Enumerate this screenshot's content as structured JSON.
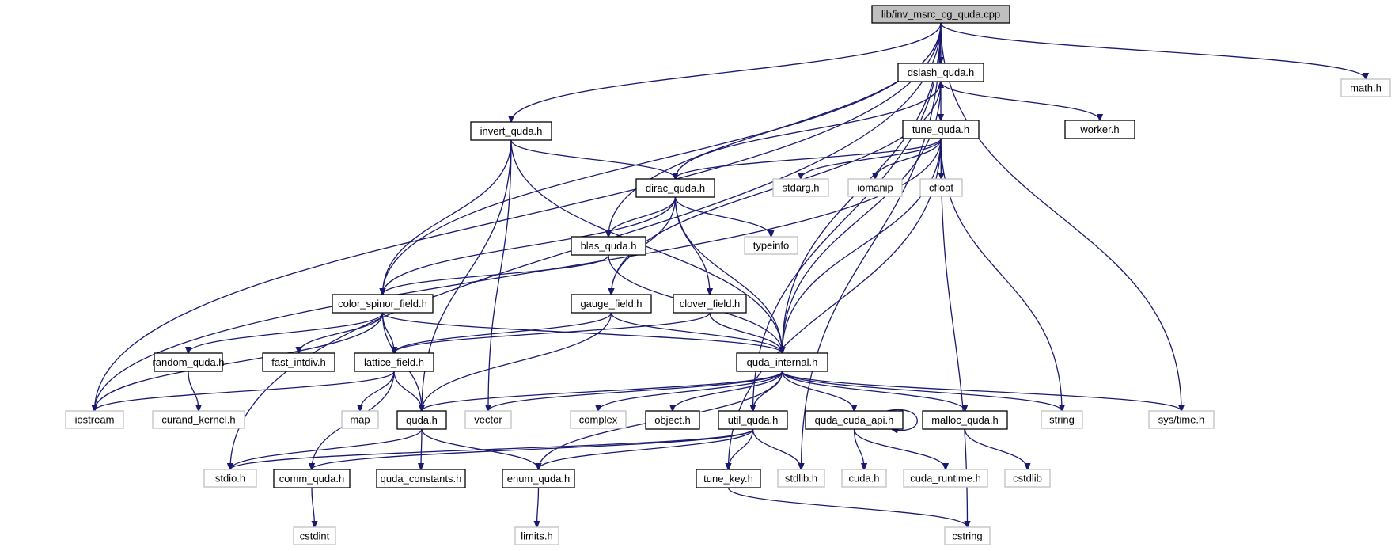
{
  "graph": {
    "title": "Include dependency graph for lib/inv_msrc_cg_quda.cpp",
    "colors": {
      "edge": "#191970",
      "root_fill": "#bfbfbf",
      "local_border": "#000000",
      "system_border": "#bfbfbf"
    },
    "nodes": [
      {
        "id": "root",
        "label": "lib/inv_msrc_cg_quda.cpp",
        "kind": "root"
      },
      {
        "id": "dslash_quda",
        "label": "dslash_quda.h",
        "kind": "local"
      },
      {
        "id": "math_h",
        "label": "math.h",
        "kind": "system"
      },
      {
        "id": "invert_quda",
        "label": "invert_quda.h",
        "kind": "local"
      },
      {
        "id": "tune_quda",
        "label": "tune_quda.h",
        "kind": "local"
      },
      {
        "id": "worker",
        "label": "worker.h",
        "kind": "local"
      },
      {
        "id": "dirac_quda",
        "label": "dirac_quda.h",
        "kind": "local"
      },
      {
        "id": "stdarg",
        "label": "stdarg.h",
        "kind": "system"
      },
      {
        "id": "iomanip",
        "label": "iomanip",
        "kind": "system"
      },
      {
        "id": "cfloat",
        "label": "cfloat",
        "kind": "system"
      },
      {
        "id": "blas_quda",
        "label": "blas_quda.h",
        "kind": "local"
      },
      {
        "id": "typeinfo",
        "label": "typeinfo",
        "kind": "system"
      },
      {
        "id": "color_spinor_field",
        "label": "color_spinor_field.h",
        "kind": "local"
      },
      {
        "id": "gauge_field",
        "label": "gauge_field.h",
        "kind": "local"
      },
      {
        "id": "clover_field",
        "label": "clover_field.h",
        "kind": "local"
      },
      {
        "id": "random_quda",
        "label": "random_quda.h",
        "kind": "local"
      },
      {
        "id": "fast_intdiv",
        "label": "fast_intdiv.h",
        "kind": "local"
      },
      {
        "id": "lattice_field",
        "label": "lattice_field.h",
        "kind": "local"
      },
      {
        "id": "quda_internal",
        "label": "quda_internal.h",
        "kind": "local"
      },
      {
        "id": "iostream",
        "label": "iostream",
        "kind": "system"
      },
      {
        "id": "curand_kernel",
        "label": "curand_kernel.h",
        "kind": "system"
      },
      {
        "id": "map",
        "label": "map",
        "kind": "system"
      },
      {
        "id": "quda_h",
        "label": "quda.h",
        "kind": "local"
      },
      {
        "id": "vector",
        "label": "vector",
        "kind": "system"
      },
      {
        "id": "complex",
        "label": "complex",
        "kind": "system"
      },
      {
        "id": "object_h",
        "label": "object.h",
        "kind": "local"
      },
      {
        "id": "util_quda",
        "label": "util_quda.h",
        "kind": "local"
      },
      {
        "id": "quda_cuda_api",
        "label": "quda_cuda_api.h",
        "kind": "local"
      },
      {
        "id": "malloc_quda",
        "label": "malloc_quda.h",
        "kind": "local"
      },
      {
        "id": "string",
        "label": "string",
        "kind": "system"
      },
      {
        "id": "sys_time",
        "label": "sys/time.h",
        "kind": "system"
      },
      {
        "id": "stdio",
        "label": "stdio.h",
        "kind": "system"
      },
      {
        "id": "comm_quda",
        "label": "comm_quda.h",
        "kind": "local"
      },
      {
        "id": "quda_constants",
        "label": "quda_constants.h",
        "kind": "local"
      },
      {
        "id": "enum_quda",
        "label": "enum_quda.h",
        "kind": "local"
      },
      {
        "id": "tune_key",
        "label": "tune_key.h",
        "kind": "local"
      },
      {
        "id": "stdlib",
        "label": "stdlib.h",
        "kind": "system"
      },
      {
        "id": "cuda_h",
        "label": "cuda.h",
        "kind": "system"
      },
      {
        "id": "cuda_runtime",
        "label": "cuda_runtime.h",
        "kind": "system"
      },
      {
        "id": "cstdlib",
        "label": "cstdlib",
        "kind": "system"
      },
      {
        "id": "cstdint",
        "label": "cstdint",
        "kind": "system"
      },
      {
        "id": "limits_h",
        "label": "limits.h",
        "kind": "system"
      },
      {
        "id": "cstring",
        "label": "cstring",
        "kind": "system"
      }
    ],
    "edges": [
      [
        "root",
        "dslash_quda"
      ],
      [
        "root",
        "math_h"
      ],
      [
        "root",
        "invert_quda"
      ],
      [
        "root",
        "blas_quda"
      ],
      [
        "root",
        "color_spinor_field"
      ],
      [
        "root",
        "iostream"
      ],
      [
        "root",
        "stdio"
      ],
      [
        "root",
        "quda_internal"
      ],
      [
        "root",
        "util_quda"
      ],
      [
        "root",
        "sys_time"
      ],
      [
        "root",
        "stdlib"
      ],
      [
        "dslash_quda",
        "tune_quda"
      ],
      [
        "dslash_quda",
        "worker"
      ],
      [
        "dslash_quda",
        "gauge_field"
      ],
      [
        "dslash_quda",
        "quda_internal"
      ],
      [
        "invert_quda",
        "dirac_quda"
      ],
      [
        "invert_quda",
        "color_spinor_field"
      ],
      [
        "invert_quda",
        "quda_internal"
      ],
      [
        "invert_quda",
        "quda_h"
      ],
      [
        "invert_quda",
        "vector"
      ],
      [
        "tune_quda",
        "dirac_quda"
      ],
      [
        "tune_quda",
        "stdarg"
      ],
      [
        "tune_quda",
        "iomanip"
      ],
      [
        "tune_quda",
        "cfloat"
      ],
      [
        "tune_quda",
        "iostream"
      ],
      [
        "tune_quda",
        "quda_internal"
      ],
      [
        "tune_quda",
        "string"
      ],
      [
        "tune_quda",
        "tune_key"
      ],
      [
        "tune_quda",
        "cstring"
      ],
      [
        "dirac_quda",
        "dslash_quda"
      ],
      [
        "dirac_quda",
        "blas_quda"
      ],
      [
        "dirac_quda",
        "typeinfo"
      ],
      [
        "dirac_quda",
        "color_spinor_field"
      ],
      [
        "dirac_quda",
        "gauge_field"
      ],
      [
        "dirac_quda",
        "clover_field"
      ],
      [
        "dirac_quda",
        "quda_internal"
      ],
      [
        "blas_quda",
        "color_spinor_field"
      ],
      [
        "blas_quda",
        "quda_internal"
      ],
      [
        "color_spinor_field",
        "iostream"
      ],
      [
        "color_spinor_field",
        "random_quda"
      ],
      [
        "color_spinor_field",
        "fast_intdiv"
      ],
      [
        "color_spinor_field",
        "lattice_field"
      ],
      [
        "color_spinor_field",
        "quda_h"
      ],
      [
        "color_spinor_field",
        "quda_internal"
      ],
      [
        "gauge_field",
        "lattice_field"
      ],
      [
        "gauge_field",
        "quda_internal"
      ],
      [
        "gauge_field",
        "quda_h"
      ],
      [
        "clover_field",
        "lattice_field"
      ],
      [
        "clover_field",
        "quda_internal"
      ],
      [
        "random_quda",
        "curand_kernel"
      ],
      [
        "lattice_field",
        "iostream"
      ],
      [
        "lattice_field",
        "map"
      ],
      [
        "lattice_field",
        "quda_h"
      ],
      [
        "lattice_field",
        "comm_quda"
      ],
      [
        "quda_internal",
        "quda_h"
      ],
      [
        "quda_internal",
        "vector"
      ],
      [
        "quda_internal",
        "complex"
      ],
      [
        "quda_internal",
        "object_h"
      ],
      [
        "quda_internal",
        "util_quda"
      ],
      [
        "quda_internal",
        "quda_cuda_api"
      ],
      [
        "quda_internal",
        "malloc_quda"
      ],
      [
        "quda_internal",
        "string"
      ],
      [
        "quda_internal",
        "sys_time"
      ],
      [
        "quda_internal",
        "enum_quda"
      ],
      [
        "quda_h",
        "stdio"
      ],
      [
        "quda_h",
        "quda_constants"
      ],
      [
        "quda_h",
        "enum_quda"
      ],
      [
        "util_quda",
        "stdio"
      ],
      [
        "util_quda",
        "comm_quda"
      ],
      [
        "util_quda",
        "enum_quda"
      ],
      [
        "util_quda",
        "tune_key"
      ],
      [
        "util_quda",
        "stdlib"
      ],
      [
        "quda_cuda_api",
        "quda_cuda_api"
      ],
      [
        "quda_cuda_api",
        "cuda_h"
      ],
      [
        "quda_cuda_api",
        "cuda_runtime"
      ],
      [
        "malloc_quda",
        "cstdlib"
      ],
      [
        "comm_quda",
        "cstdint"
      ],
      [
        "enum_quda",
        "limits_h"
      ],
      [
        "tune_key",
        "cstring"
      ]
    ]
  }
}
